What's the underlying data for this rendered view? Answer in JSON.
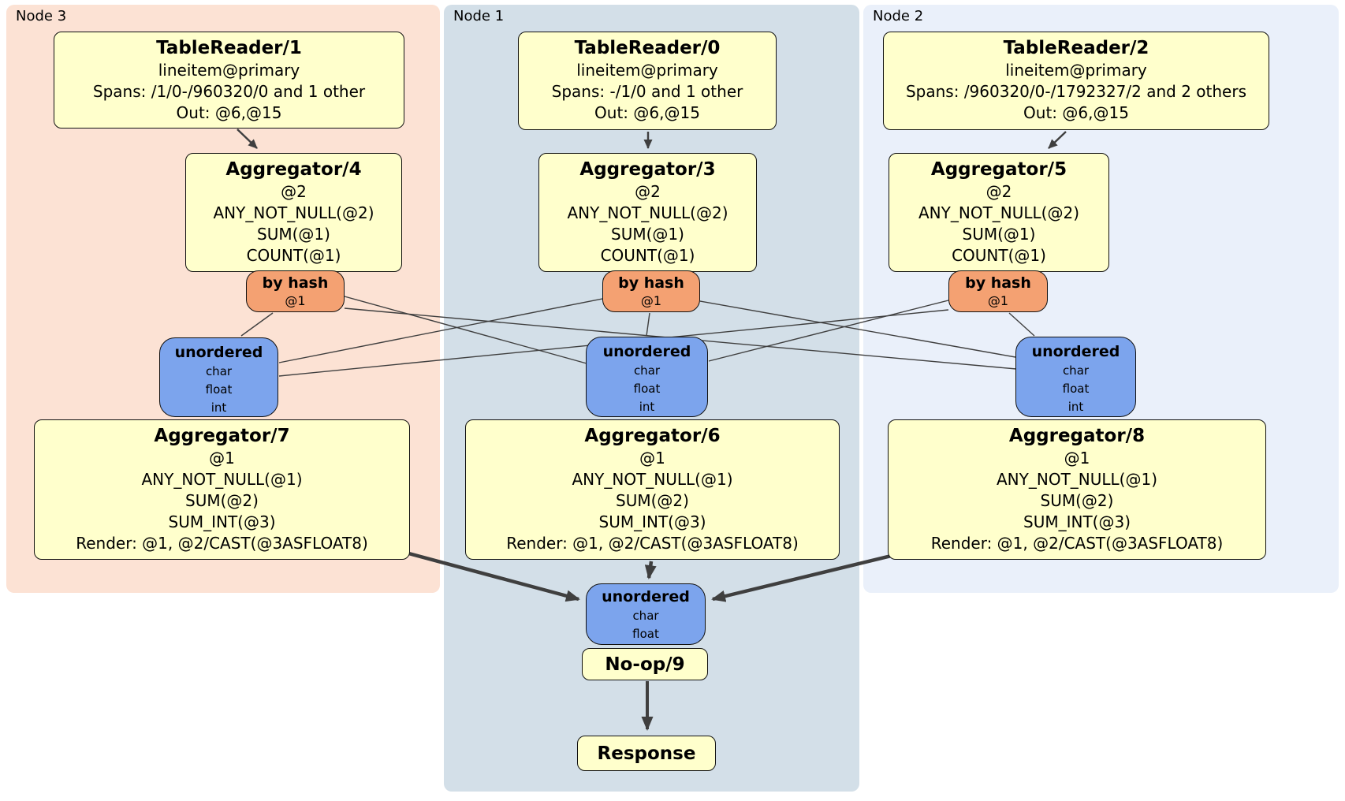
{
  "colors": {
    "background": "#ffffff",
    "node3_bg": "#fce2d4",
    "node1_bg": "#d3dfe8",
    "node2_bg": "#eaf0fa",
    "processor_fill": "#ffffcc",
    "router_fill": "#f4a172",
    "stream_fill": "#7ca4ed",
    "edge": "#3f3f3f"
  },
  "groups": {
    "node3": {
      "label": "Node 3"
    },
    "node1": {
      "label": "Node 1"
    },
    "node2": {
      "label": "Node 2"
    }
  },
  "processors": {
    "tablereader1": {
      "title": "TableReader/1",
      "lines": [
        "lineitem@primary",
        "Spans: /1/0-/960320/0 and 1 other",
        "Out: @6,@15"
      ]
    },
    "aggregator4": {
      "title": "Aggregator/4",
      "lines": [
        "@2",
        "ANY_NOT_NULL(@2)",
        "SUM(@1)",
        "COUNT(@1)"
      ]
    },
    "aggregator7": {
      "title": "Aggregator/7",
      "lines": [
        "@1",
        "ANY_NOT_NULL(@1)",
        "SUM(@2)",
        "SUM_INT(@3)",
        "Render: @1, @2/CAST(@3ASFLOAT8)"
      ]
    },
    "tablereader0": {
      "title": "TableReader/0",
      "lines": [
        "lineitem@primary",
        "Spans: -/1/0 and 1 other",
        "Out: @6,@15"
      ]
    },
    "aggregator3": {
      "title": "Aggregator/3",
      "lines": [
        "@2",
        "ANY_NOT_NULL(@2)",
        "SUM(@1)",
        "COUNT(@1)"
      ]
    },
    "aggregator6": {
      "title": "Aggregator/6",
      "lines": [
        "@1",
        "ANY_NOT_NULL(@1)",
        "SUM(@2)",
        "SUM_INT(@3)",
        "Render: @1, @2/CAST(@3ASFLOAT8)"
      ]
    },
    "tablereader2": {
      "title": "TableReader/2",
      "lines": [
        "lineitem@primary",
        "Spans: /960320/0-/1792327/2 and 2 others",
        "Out: @6,@15"
      ]
    },
    "aggregator5": {
      "title": "Aggregator/5",
      "lines": [
        "@2",
        "ANY_NOT_NULL(@2)",
        "SUM(@1)",
        "COUNT(@1)"
      ]
    },
    "aggregator8": {
      "title": "Aggregator/8",
      "lines": [
        "@1",
        "ANY_NOT_NULL(@1)",
        "SUM(@2)",
        "SUM_INT(@3)",
        "Render: @1, @2/CAST(@3ASFLOAT8)"
      ]
    },
    "noop": {
      "title": "No-op/9"
    },
    "response": {
      "title": "Response"
    }
  },
  "routers": {
    "node3": {
      "title": "by hash",
      "detail": "@1"
    },
    "node1": {
      "title": "by hash",
      "detail": "@1"
    },
    "node2": {
      "title": "by hash",
      "detail": "@1"
    }
  },
  "streams": {
    "node3": {
      "title": "unordered",
      "types": [
        "char",
        "float",
        "int"
      ]
    },
    "node1": {
      "title": "unordered",
      "types": [
        "char",
        "float",
        "int"
      ]
    },
    "node2": {
      "title": "unordered",
      "types": [
        "char",
        "float",
        "int"
      ]
    },
    "final": {
      "title": "unordered",
      "types": [
        "char",
        "float"
      ]
    }
  }
}
